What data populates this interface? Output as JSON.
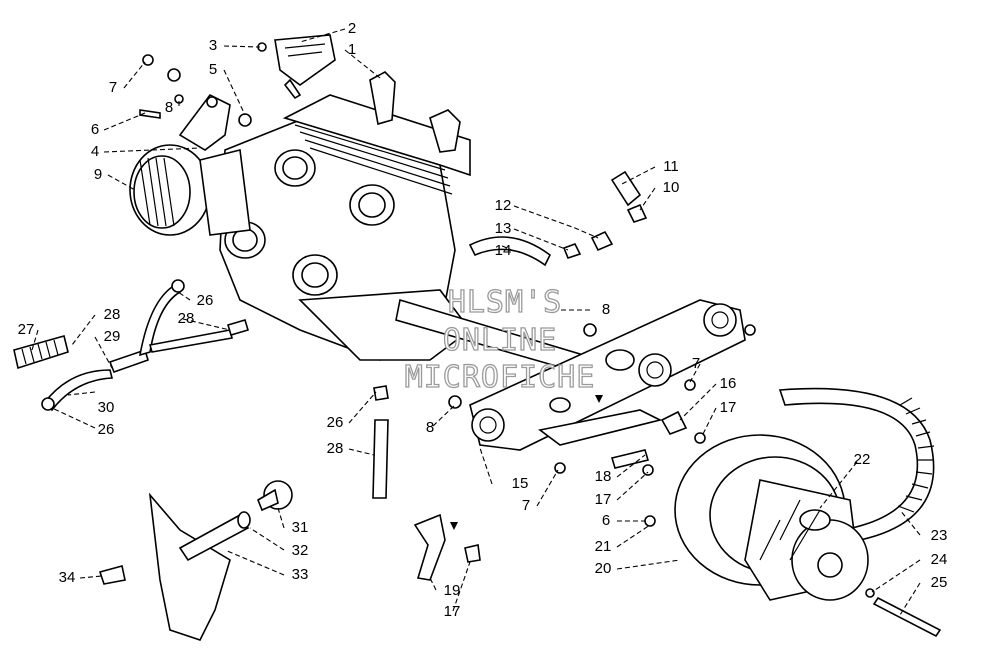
{
  "watermark": {
    "line1": "HLSM'S",
    "line2": "ONLINE",
    "line3": "MICROFICHE"
  },
  "callouts": [
    {
      "id": "c2",
      "text": "2"
    },
    {
      "id": "c1",
      "text": "1"
    },
    {
      "id": "c3",
      "text": "3"
    },
    {
      "id": "c5",
      "text": "5"
    },
    {
      "id": "c7a",
      "text": "7"
    },
    {
      "id": "c8a",
      "text": "8"
    },
    {
      "id": "c6a",
      "text": "6"
    },
    {
      "id": "c4",
      "text": "4"
    },
    {
      "id": "c9",
      "text": "9"
    },
    {
      "id": "c11",
      "text": "11"
    },
    {
      "id": "c10",
      "text": "10"
    },
    {
      "id": "c12",
      "text": "12"
    },
    {
      "id": "c13",
      "text": "13"
    },
    {
      "id": "c14",
      "text": "14"
    },
    {
      "id": "c26a",
      "text": "26"
    },
    {
      "id": "c28a",
      "text": "28"
    },
    {
      "id": "c28b",
      "text": "28"
    },
    {
      "id": "c27",
      "text": "27"
    },
    {
      "id": "c29",
      "text": "29"
    },
    {
      "id": "c30",
      "text": "30"
    },
    {
      "id": "c26b",
      "text": "26"
    },
    {
      "id": "c8b",
      "text": "8"
    },
    {
      "id": "c7b",
      "text": "7"
    },
    {
      "id": "c16",
      "text": "16"
    },
    {
      "id": "c17a",
      "text": "17"
    },
    {
      "id": "c26c",
      "text": "26"
    },
    {
      "id": "c28c",
      "text": "28"
    },
    {
      "id": "c8c",
      "text": "8"
    },
    {
      "id": "c15",
      "text": "15"
    },
    {
      "id": "c7c",
      "text": "7"
    },
    {
      "id": "c18",
      "text": "18"
    },
    {
      "id": "c17b",
      "text": "17"
    },
    {
      "id": "c22",
      "text": "22"
    },
    {
      "id": "c6b",
      "text": "6"
    },
    {
      "id": "c21",
      "text": "21"
    },
    {
      "id": "c20",
      "text": "20"
    },
    {
      "id": "c23",
      "text": "23"
    },
    {
      "id": "c24",
      "text": "24"
    },
    {
      "id": "c25",
      "text": "25"
    },
    {
      "id": "c31",
      "text": "31"
    },
    {
      "id": "c32",
      "text": "32"
    },
    {
      "id": "c33",
      "text": "33"
    },
    {
      "id": "c34",
      "text": "34"
    },
    {
      "id": "c19",
      "text": "19"
    },
    {
      "id": "c17c",
      "text": "17"
    }
  ]
}
